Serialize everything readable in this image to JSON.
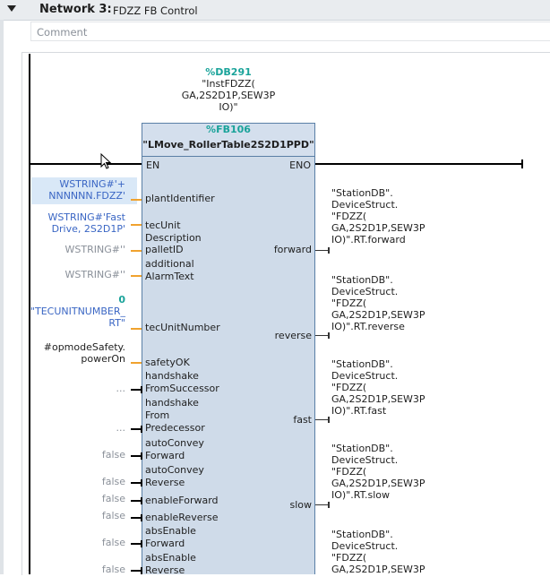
{
  "network": {
    "title": "Network 3:",
    "name": "FDZZ FB Control",
    "comment_placeholder": "Comment"
  },
  "instance": {
    "db": "%DB291",
    "line1": "\"InstFDZZ(",
    "line2": "GA,2S2D1P,SEW3P",
    "line3": "IO)\""
  },
  "block": {
    "type": "%FB106",
    "name": "\"LMove_RollerTable2S2D1PPD\"",
    "en": "EN",
    "eno": "ENO"
  },
  "inputs": [
    {
      "name": [
        "plantIdentifier"
      ],
      "value": [
        "WSTRING#'+",
        "NNNNNN.FDZZ'"
      ]
    },
    {
      "name": [
        "tecUnit",
        "Description"
      ],
      "value": [
        "WSTRING#'Fast",
        "Drive, 2S2D1P'"
      ]
    },
    {
      "name": [
        "palletID"
      ],
      "value": [
        "WSTRING#''"
      ]
    },
    {
      "name": [
        "additional",
        "AlarmText"
      ],
      "value": [
        "WSTRING#''"
      ]
    },
    {
      "name": [
        "tecUnitNumber"
      ],
      "value": [
        "0",
        "\"TECUNITNUMBER_",
        "RT\""
      ]
    },
    {
      "name": [
        "safetyOK"
      ],
      "value": [
        "#opmodeSafety.",
        "powerOn"
      ]
    },
    {
      "name": [
        "handshake",
        "FromSuccessor"
      ],
      "value": [
        "..."
      ]
    },
    {
      "name": [
        "handshake",
        "From",
        "Predecessor"
      ],
      "value": [
        "..."
      ]
    },
    {
      "name": [
        "autoConvey",
        "Forward"
      ],
      "value": [
        "false"
      ]
    },
    {
      "name": [
        "autoConvey",
        "Reverse"
      ],
      "value": [
        "false"
      ]
    },
    {
      "name": [
        "enableForward"
      ],
      "value": [
        "false"
      ]
    },
    {
      "name": [
        "enableReverse"
      ],
      "value": [
        "false"
      ]
    },
    {
      "name": [
        "absEnable",
        "Forward"
      ],
      "value": [
        "false"
      ]
    },
    {
      "name": [
        "absEnable",
        "Reverse"
      ],
      "value": [
        "false"
      ]
    }
  ],
  "outputs": [
    {
      "name": "forward",
      "target": [
        "\"StationDB\".",
        "DeviceStruct.",
        "\"FDZZ(",
        "GA,2S2D1P,SEW3P",
        "IO)\".RT.forward"
      ]
    },
    {
      "name": "reverse",
      "target": [
        "\"StationDB\".",
        "DeviceStruct.",
        "\"FDZZ(",
        "GA,2S2D1P,SEW3P",
        "IO)\".RT.reverse"
      ]
    },
    {
      "name": "fast",
      "target": [
        "\"StationDB\".",
        "DeviceStruct.",
        "\"FDZZ(",
        "GA,2S2D1P,SEW3P",
        "IO)\".RT.fast"
      ]
    },
    {
      "name": "slow",
      "target": [
        "\"StationDB\".",
        "DeviceStruct.",
        "\"FDZZ(",
        "GA,2S2D1P,SEW3P",
        "IO)\".RT.slow"
      ]
    },
    {
      "name": "",
      "target": [
        "\"StationDB\".",
        "DeviceStruct.",
        "\"FDZZ(",
        "GA,2S2D1P,SEW3P"
      ]
    }
  ],
  "colors": {
    "accent_teal": "#1aa39a",
    "literal_blue": "#3a66c4",
    "pin_orange": "#f0a22e",
    "block_fill": "#cfdbe9"
  },
  "icons": {
    "collapse": "triangle-down-icon",
    "cursor": "arrow-cursor-icon"
  }
}
